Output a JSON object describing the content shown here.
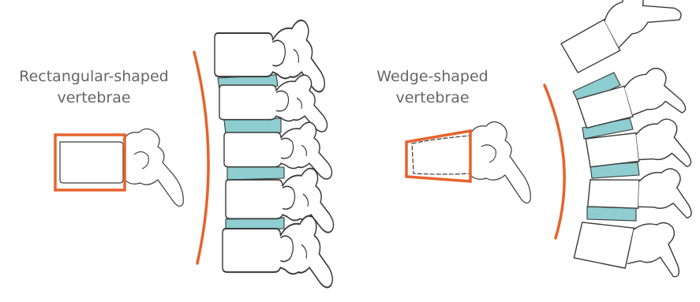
{
  "left_panel": {
    "label_line1": "Rectangular-shaped",
    "label_line2": "vertebrae"
  },
  "right_panel": {
    "label_line1": "Wedge-shaped",
    "label_line2": "vertebrae"
  },
  "colors": {
    "accent": "#E8622C",
    "disc": "#8ECDD0",
    "outline": "#3a3a3a",
    "label_text": "#666666"
  }
}
